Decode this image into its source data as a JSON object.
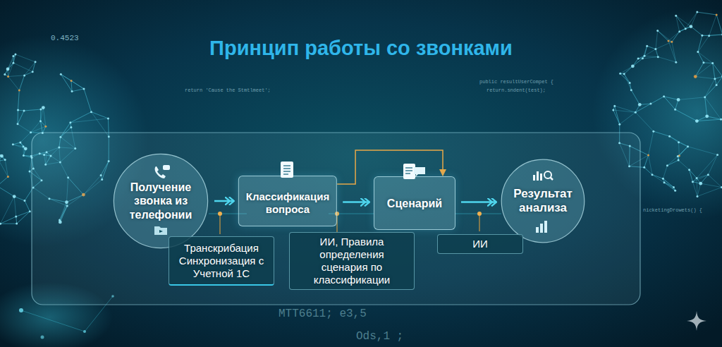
{
  "diagram": {
    "title": "Принцип работы со звонками",
    "nodes": [
      {
        "text": [
          "Получение звонка из телефонии"
        ]
      },
      {
        "text": [
          "Классификация вопроса"
        ]
      },
      {
        "text": [
          "Сценарий"
        ]
      },
      {
        "text": [
          "Результат анализа"
        ]
      },
      {
        "text": [
          "Транскрибация Синхронизация с Учетной 1С"
        ]
      },
      {
        "text": [
          "ИИ, Правила определения сценария по классификации"
        ]
      },
      {
        "text": [
          "ИИ"
        ]
      }
    ],
    "edges": [
      {
        "from": 0,
        "to": 1,
        "arrow": "to"
      },
      {
        "from": 1,
        "to": 2,
        "arrow": "to"
      },
      {
        "from": 2,
        "to": 3,
        "arrow": "to"
      },
      {
        "from": 1,
        "to": 2,
        "arrow": "to"
      }
    ],
    "labels": [
      "0.4523",
      "return 'Cause the Stmtlmeet';",
      "public resultUserCompet {",
      "return.sndent(test);",
      "nicketingDrowets() {",
      "MTT6611; e3,5",
      "Ods,1 ;"
    ]
  }
}
